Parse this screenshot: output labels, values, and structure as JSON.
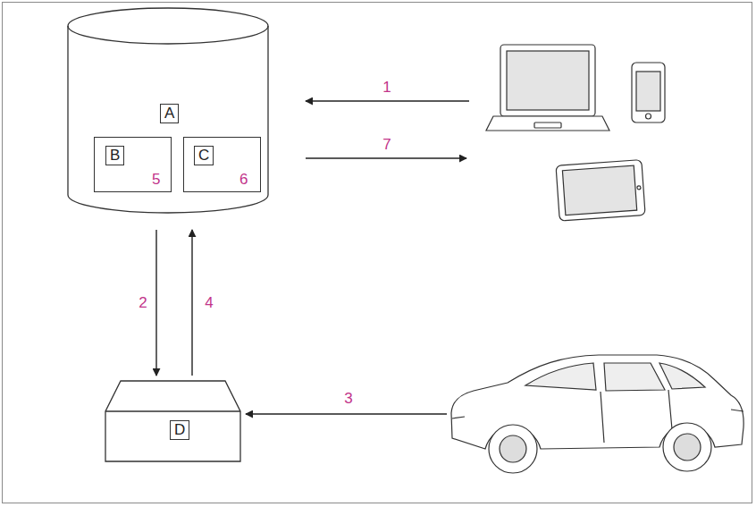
{
  "diagram": {
    "nodes": [
      {
        "text": [
          "A"
        ]
      },
      {
        "text": [
          "B",
          "5"
        ],
        "in": 0
      },
      {
        "text": [
          "C",
          "6"
        ],
        "in": 0
      },
      {
        "text": [
          "D"
        ]
      }
    ],
    "edges": [
      {
        "from": 0,
        "to": 3,
        "arrow": "to",
        "label": "2"
      },
      {
        "from": 3,
        "to": 0,
        "arrow": "to",
        "label": "4"
      }
    ],
    "labels": [
      "1",
      "7",
      "3"
    ]
  }
}
